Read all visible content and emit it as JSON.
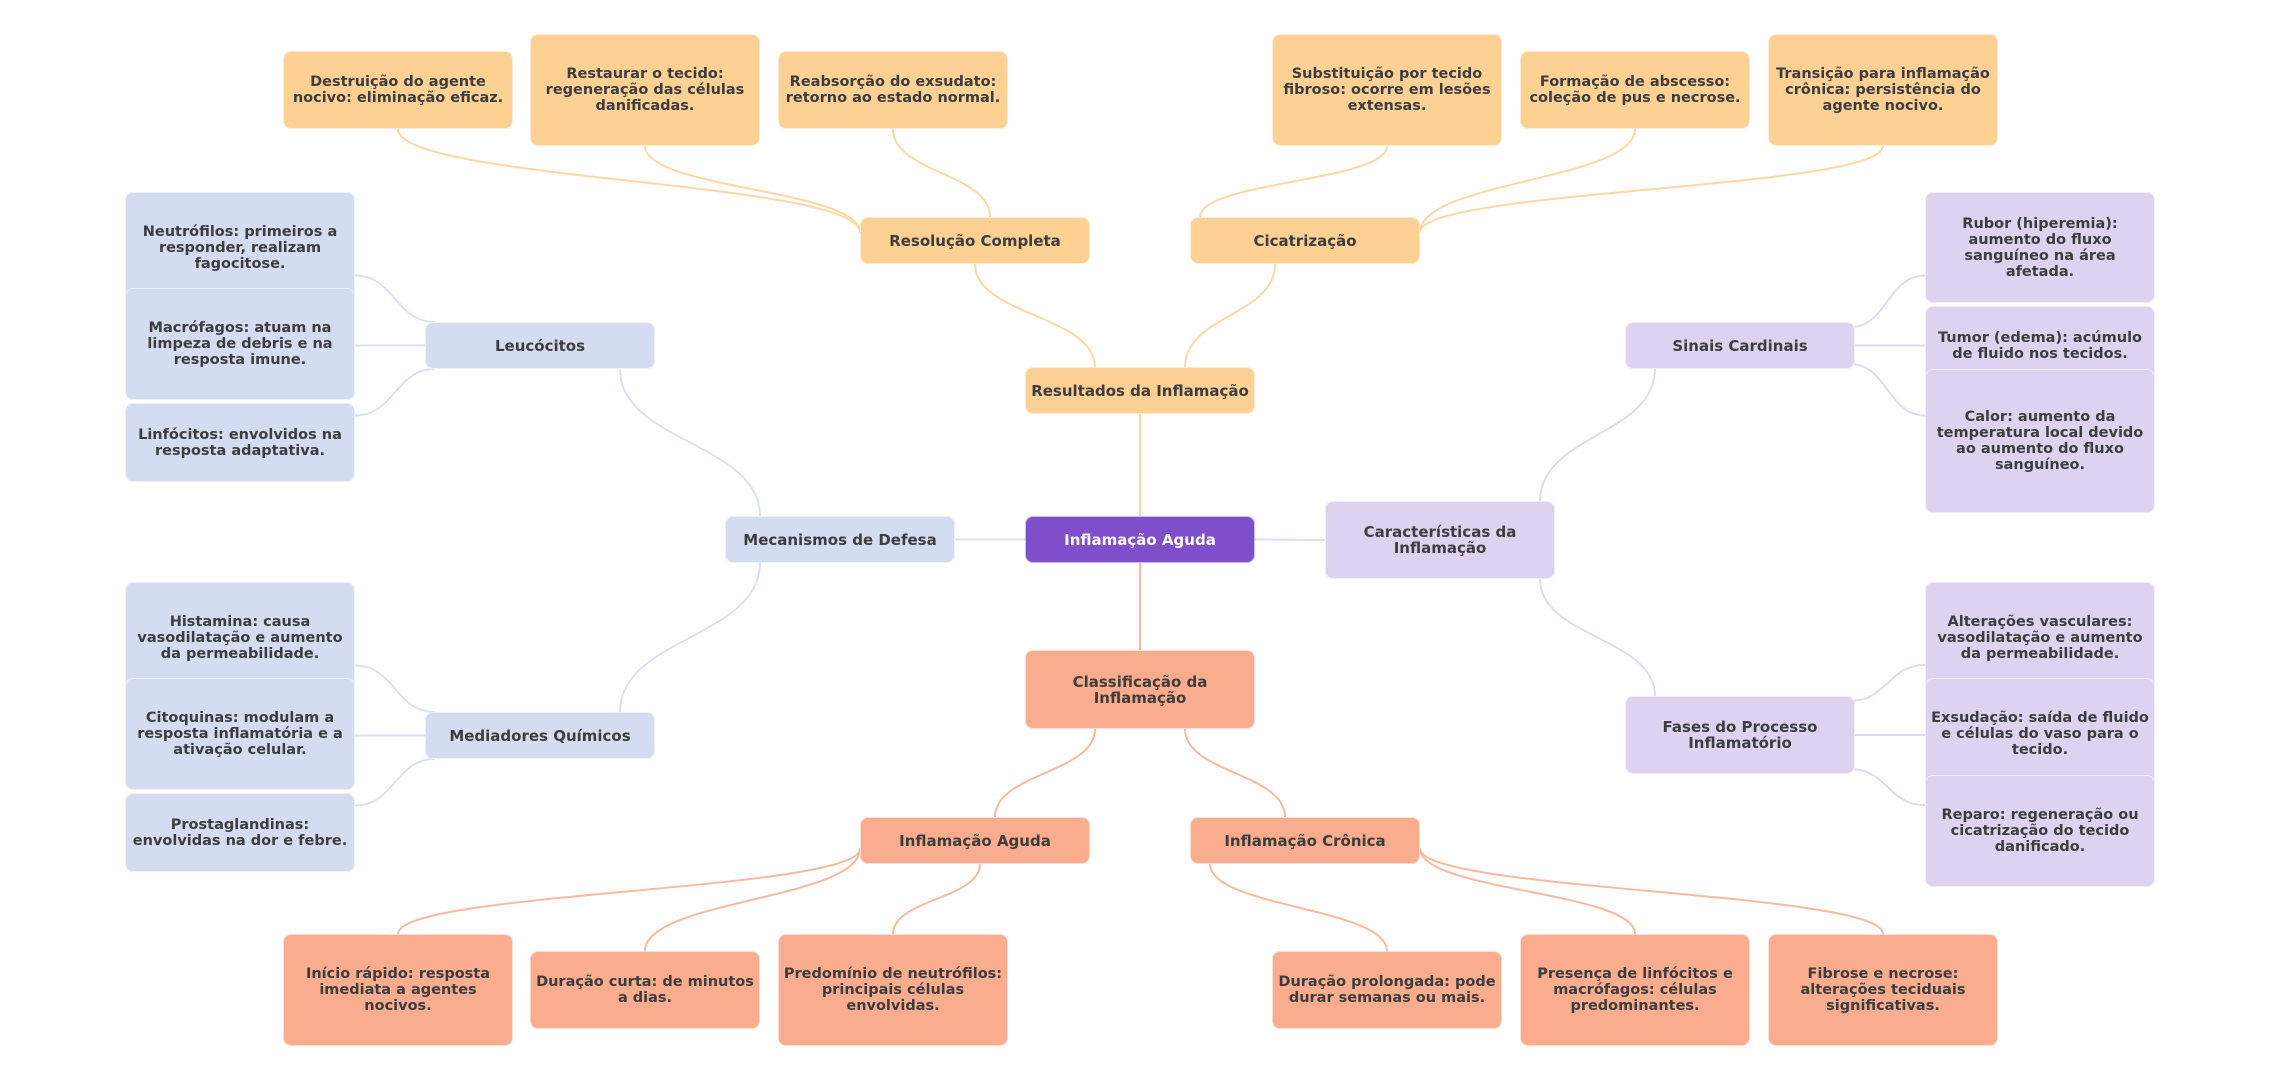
{
  "colors": {
    "root": "#7f4fcb",
    "resultados": "#fdd194",
    "mecanismos": "#d4dcf1",
    "caracteristicas": "#ddd3f0",
    "classificacao": "#f9ad8e",
    "text": "#3d3d3d",
    "root_text": "#ffffff"
  },
  "root": {
    "label": "Inflamação Aguda"
  },
  "resultados": {
    "label": "Resultados da Inflamação",
    "resolucao": {
      "label": "Resolução Completa",
      "leaves": [
        "Destruição do agente nocivo: eliminação eficaz.",
        "Restaurar o tecido: regeneração das células danificadas.",
        "Reabsorção do exsudato: retorno ao estado normal."
      ]
    },
    "cicatrizacao": {
      "label": "Cicatrização",
      "leaves": [
        "Substituição por tecido fibroso: ocorre em lesões extensas.",
        "Formação de abscesso: coleção de pus e necrose.",
        "Transição para inflamação crônica: persistência do agente nocivo."
      ]
    }
  },
  "mecanismos": {
    "label": "Mecanismos de Defesa",
    "leucocitos": {
      "label": "Leucócitos",
      "leaves": [
        "Neutrófilos: primeiros a responder, realizam fagocitose.",
        "Macrófagos: atuam na limpeza de debris e na resposta imune.",
        "Linfócitos: envolvidos na resposta adaptativa."
      ]
    },
    "mediadores": {
      "label": "Mediadores Químicos",
      "leaves": [
        "Histamina: causa vasodilatação e aumento da permeabilidade.",
        "Citoquinas: modulam a resposta inflamatória e a ativação celular.",
        "Prostaglandinas: envolvidas na dor e febre."
      ]
    }
  },
  "caracteristicas": {
    "label": "Características da Inflamação",
    "sinais": {
      "label": "Sinais Cardinais",
      "leaves": [
        "Rubor (hiperemia): aumento do fluxo sanguíneo na área afetada.",
        "Tumor (edema): acúmulo de fluido nos tecidos.",
        "Calor: aumento da temperatura local devido ao aumento do fluxo sanguíneo."
      ]
    },
    "fases": {
      "label": "Fases do Processo Inflamatório",
      "leaves": [
        "Alterações vasculares: vasodilatação e aumento da permeabilidade.",
        "Exsudação: saída de fluido e células do vaso para o tecido.",
        "Reparo: regeneração ou cicatrização do tecido danificado."
      ]
    }
  },
  "classificacao": {
    "label": "Classificação da Inflamação",
    "aguda": {
      "label": "Inflamação Aguda",
      "leaves": [
        "Início rápido: resposta imediata a agentes nocivos.",
        "Duração curta: de minutos a dias.",
        "Predomínio de neutrófilos: principais células envolvidas."
      ]
    },
    "cronica": {
      "label": "Inflamação Crônica",
      "leaves": [
        "Duração prolongada: pode durar semanas ou mais.",
        "Presença de linfócitos e macrófagos: células predominantes.",
        "Fibrose e necrose: alterações teciduais significativas."
      ]
    }
  }
}
